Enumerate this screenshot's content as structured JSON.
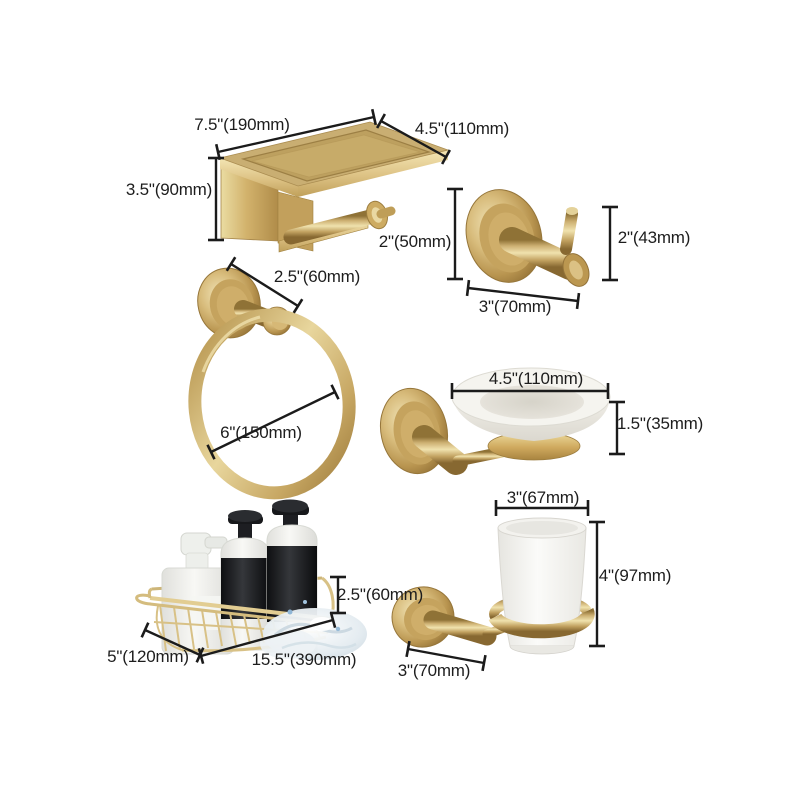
{
  "image": {
    "description_background": "#ffffff"
  },
  "palette": {
    "background": "#ffffff",
    "label_text": "#1d1d1d",
    "dimension_line": "#1b1b1b",
    "gold_light": "#f0e2ae",
    "gold_mid": "#c8a861",
    "gold_dark": "#8d6c32",
    "basket_gold": "#d8c186",
    "glass_white": "#f3f2ee",
    "bottle_black": "#17181b",
    "splash_blue": "#8fb6d6"
  },
  "items": {
    "paper_holder": {
      "label_width": "7.5\"(190mm)",
      "label_depth": "4.5\"(110mm)",
      "label_height": "3.5\"(90mm)"
    },
    "robe_hook": {
      "label_total_height": "2\"(50mm)",
      "label_hook_height": "2\"(43mm)",
      "label_width": "3\"(70mm)"
    },
    "towel_ring": {
      "label_depth": "2.5\"(60mm)",
      "label_diameter": "6\"(150mm)"
    },
    "soap_dish": {
      "label_diameter": "4.5\"(110mm)",
      "label_height": "1.5\"(35mm)"
    },
    "shower_basket": {
      "label_height": "2.5\"(60mm)",
      "label_depth": "5\"(120mm)",
      "label_width": "15.5\"(390mm)"
    },
    "cup_holder": {
      "label_cup_diameter": "3\"(67mm)",
      "label_height": "4\"(97mm)",
      "label_base_width": "3\"(70mm)"
    }
  }
}
